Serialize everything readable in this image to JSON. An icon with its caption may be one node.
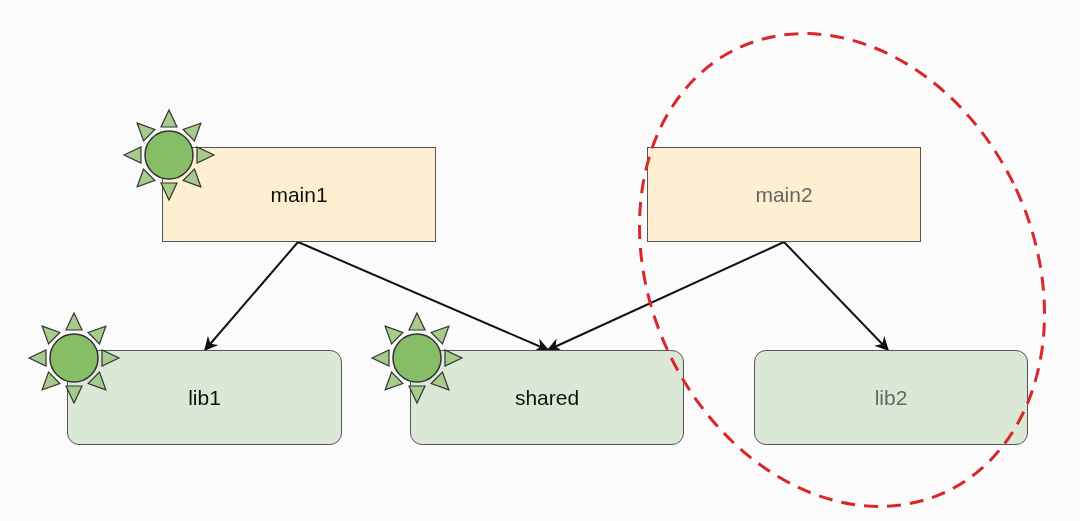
{
  "diagram": {
    "nodes": [
      {
        "text": [
          "main1"
        ]
      },
      {
        "text": [
          "main2"
        ]
      },
      {
        "text": [
          "lib1"
        ]
      },
      {
        "text": [
          "shared"
        ]
      },
      {
        "text": [
          "lib2"
        ]
      }
    ],
    "edges": [
      {
        "from": 0,
        "to": 2,
        "arrow": "to"
      },
      {
        "from": 0,
        "to": 3,
        "arrow": "to"
      },
      {
        "from": 1,
        "to": 3,
        "arrow": "to"
      },
      {
        "from": 1,
        "to": 4,
        "arrow": "to"
      }
    ]
  }
}
